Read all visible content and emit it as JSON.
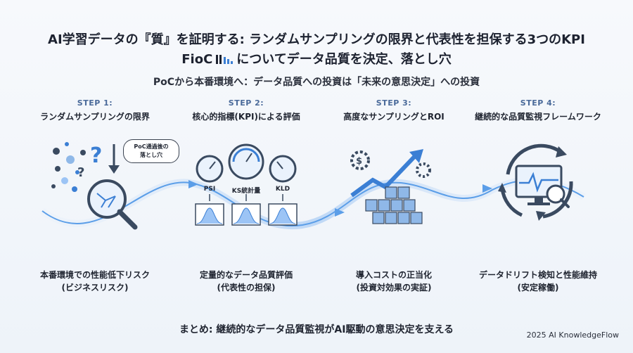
{
  "title_line1": "AI学習データの『質』を証明する: ランダムサンプリングの限界と代表性を担保する3つのKPI",
  "title_line2_prefix": "FioC",
  "title_line2_suffix": "についてデータ品質を決定、落とし穴",
  "subtitle": "PoCから本番環境へ：データ品質への投資は「未来の意思決定」への投資",
  "steps": [
    {
      "step": "STEP 1:",
      "heading": "ランダムサンプリングの限界",
      "desc1": "本番環境での性能低下リスク",
      "desc2": "(ビジネスリスク)",
      "bubble1": "PoC通過後の",
      "bubble2": "落とし穴"
    },
    {
      "step": "STEP 2:",
      "heading": "核心的指標(KPI)による評価",
      "desc1": "定量的なデータ品質評価",
      "desc2": "(代表性の担保)",
      "g1": "PSI",
      "g2": "KS統計量",
      "g3": "KLD"
    },
    {
      "step": "STEP 3:",
      "heading": "高度なサンプリングとROI",
      "desc1": "導入コストの正当化",
      "desc2": "(投資対効果の実証)"
    },
    {
      "step": "STEP 4:",
      "heading": "継続的な品質監視フレームワーク",
      "desc1": "データドリフト検知と性能維持",
      "desc2": "(安定稼働)"
    }
  ],
  "summary": "まとめ: 継続的なデータ品質監視がAI駆動の意思決定を支える",
  "credit": "2025 AI KnowledgeFlow",
  "colors": {
    "accent": "#3b7fd4",
    "wave": "#9cc4f5",
    "dark": "#1f2430"
  }
}
